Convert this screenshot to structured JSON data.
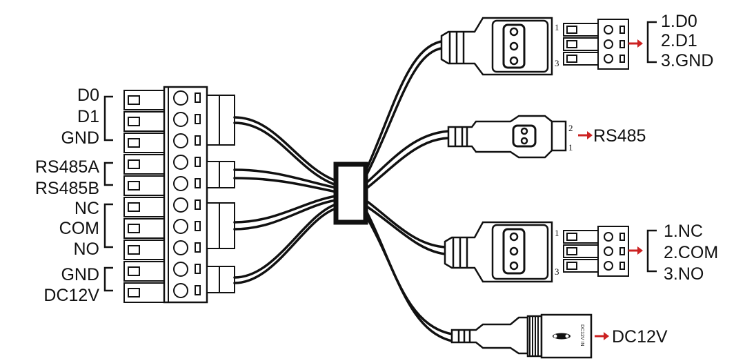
{
  "left_terminal": {
    "labels": [
      "D0",
      "D1",
      "GND",
      "RS485A",
      "RS485B",
      "NC",
      "COM",
      "NO",
      "GND",
      "DC12V"
    ]
  },
  "connectors": {
    "wiegand": {
      "pin_top": "1",
      "pin_bottom": "3",
      "labels": [
        "1.D0",
        "2.D1",
        "3.GND"
      ]
    },
    "rs485": {
      "pin_top": "2",
      "pin_bottom": "1",
      "label": "RS485"
    },
    "relay": {
      "pin_top": "1",
      "pin_bottom": "3",
      "labels": [
        "1.NC",
        "2.COM",
        "3.NO"
      ]
    },
    "power": {
      "jack_text": "DC12V IN",
      "label": "DC12V"
    }
  },
  "colors": {
    "ink": "#111111",
    "arrow": "#cc2222",
    "background": "#ffffff"
  }
}
